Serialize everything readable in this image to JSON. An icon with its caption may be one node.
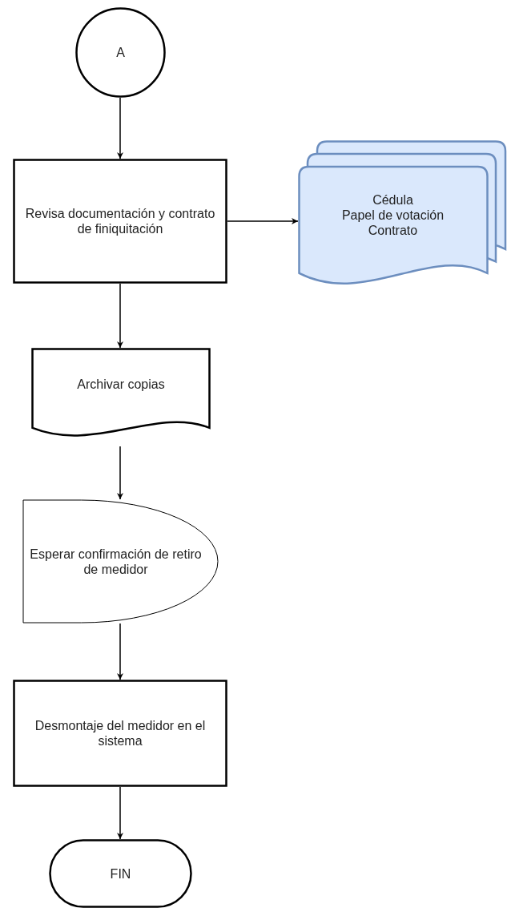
{
  "diagram": {
    "nodes": [
      {
        "text": [
          "A"
        ]
      },
      {
        "text": [
          "Revisa documentación y contrato de finiquitación"
        ]
      },
      {
        "text": [
          "Cédula",
          "Papel de votación",
          "Contrato"
        ]
      },
      {
        "text": [
          "Archivar copias"
        ]
      },
      {
        "text": [
          "Esperar confirmación de retiro de medidor"
        ]
      },
      {
        "text": [
          "Desmontaje del medidor en el sistema"
        ]
      },
      {
        "text": [
          "FIN"
        ]
      }
    ],
    "edges": [
      {
        "from": 0,
        "to": 1,
        "arrow": "to"
      },
      {
        "from": 1,
        "to": 2,
        "arrow": "to"
      },
      {
        "from": 1,
        "to": 3,
        "arrow": "to"
      },
      {
        "from": 3,
        "to": 4,
        "arrow": "to"
      },
      {
        "from": 4,
        "to": 5,
        "arrow": "to"
      },
      {
        "from": 5,
        "to": 6,
        "arrow": "to"
      }
    ]
  }
}
